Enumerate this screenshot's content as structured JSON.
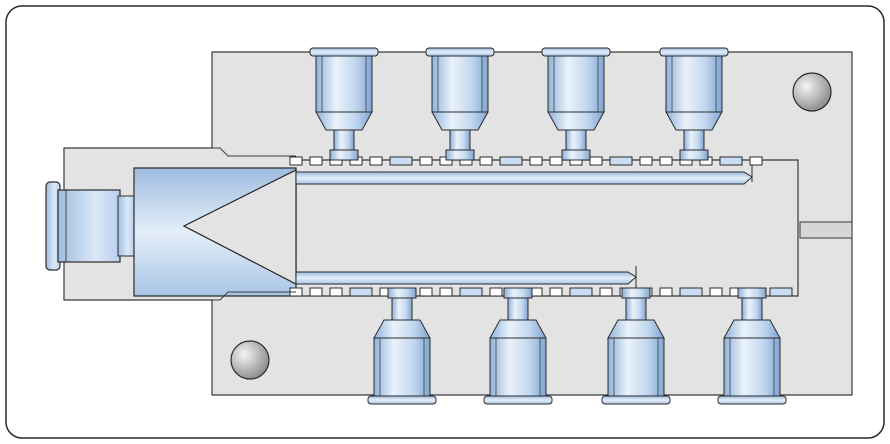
{
  "colors": {
    "background": "#ffffff",
    "frame_border": "#2a2a2a",
    "body_fill": "#e3e3e3",
    "body_stroke": "#3a3a3a",
    "accent_blue_light": "#eaf2fb",
    "accent_blue": "#b9d3ee",
    "accent_blue_dark": "#7fa6d2",
    "line": "#2b2b2b"
  },
  "diagram": {
    "top_nozzles": 4,
    "bottom_nozzles": 4,
    "plugs": 2,
    "icons": [
      "manifold-block",
      "inlet-fitting",
      "flow-channel",
      "nozzle",
      "plug"
    ]
  }
}
